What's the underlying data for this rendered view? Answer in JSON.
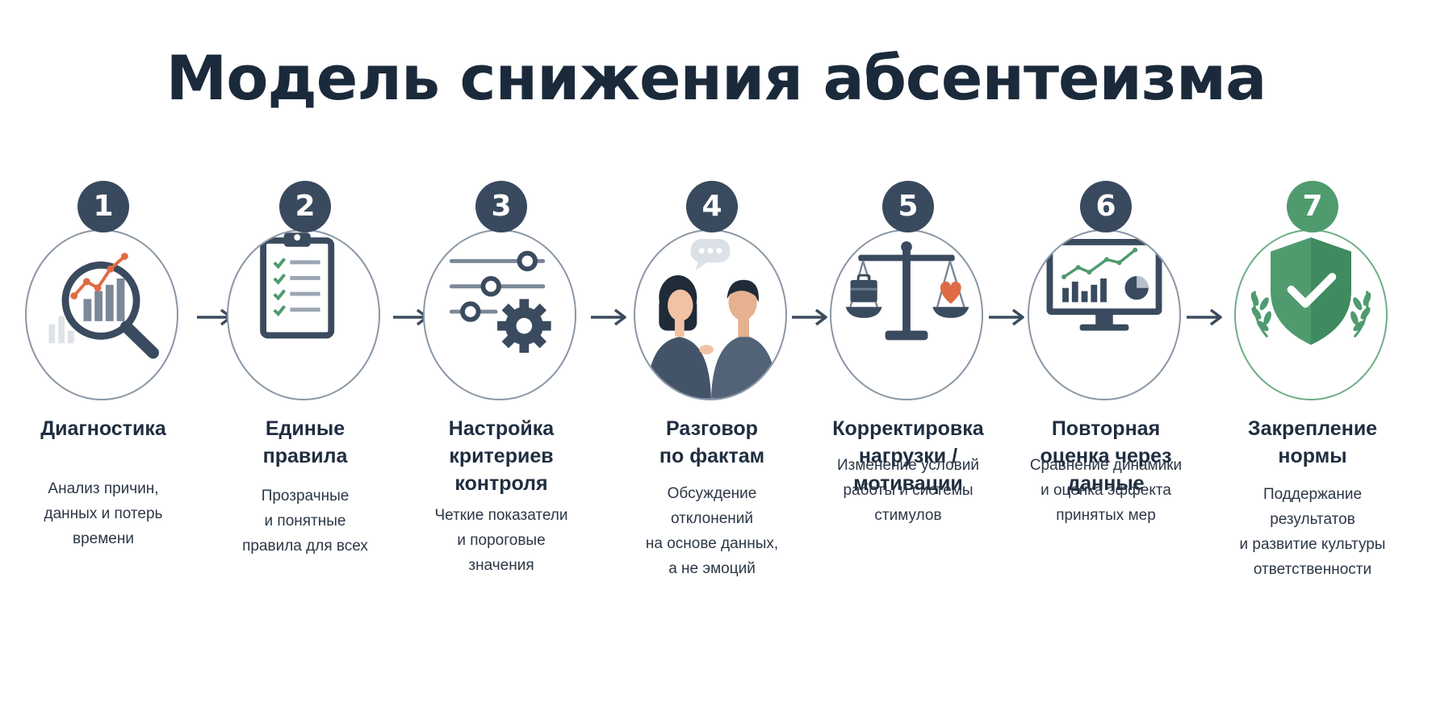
{
  "title": "Модель снижения абсентеизма",
  "colors": {
    "dark": "#394a5e",
    "green": "#4f9b6e",
    "accent_orange": "#e06a45",
    "text": "#1f2e40"
  },
  "steps": [
    {
      "number": "1",
      "heading": "Диагностика",
      "description": "Анализ причин,\nданных и потерь\nвремени",
      "icon": "magnifier-chart-icon"
    },
    {
      "number": "2",
      "heading": "Единые\nправила",
      "description": "Прозрачные\nи понятные\nправила для всех",
      "icon": "clipboard-checklist-icon"
    },
    {
      "number": "3",
      "heading": "Настройка\nкритериев\nконтроля",
      "description": "Четкие показатели\nи пороговые\nзначения",
      "icon": "sliders-gear-icon"
    },
    {
      "number": "4",
      "heading": "Разговор\nпо фактам",
      "description": "Обсуждение\nотклонений\nна основе данных,\nа не эмоций",
      "icon": "conversation-people-icon"
    },
    {
      "number": "5",
      "heading": "Корректировка\nнагрузки /\nмотивации",
      "description": "Изменение условий\nработы и системы\nстимулов",
      "icon": "balance-scale-icon"
    },
    {
      "number": "6",
      "heading": "Повторная\nоценка через\nданные",
      "description": "Сравнение динамики\nи оценка эффекта\nпринятых мер",
      "icon": "monitor-dashboard-icon"
    },
    {
      "number": "7",
      "heading": "Закрепление\nнормы",
      "description": "Поддержание\nрезультатов\nи развитие культуры\nответственности",
      "icon": "shield-check-icon"
    }
  ]
}
